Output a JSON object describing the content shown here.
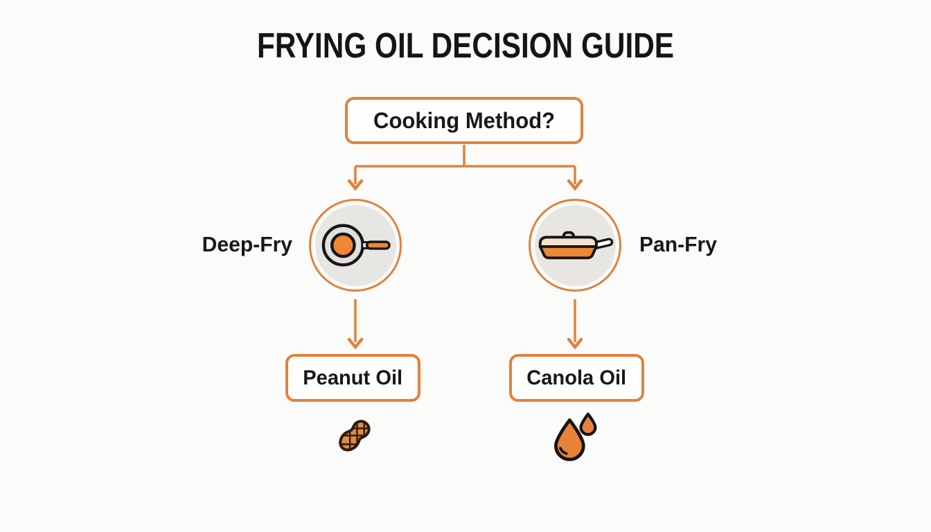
{
  "title": "FRYING OIL DECISION GUIDE",
  "colors": {
    "background": "#FBFBF9",
    "accent_orange": "#E0813E",
    "icon_orange": "#EE8634",
    "text_black": "#151515",
    "circle_fill": "#E8E6E3",
    "pan_rim_gray": "#E2E0DE",
    "lid_cream": "#F3E1CF",
    "peanut_fill": "#E18A44",
    "peanut_outline": "#2E1B0C",
    "drop_orange": "#E8823B"
  },
  "flowchart": {
    "root": {
      "label": "Cooking Method?"
    },
    "branches": [
      {
        "label": "Deep-Fry",
        "method_icon": "deep-fry-pan-top-view-icon",
        "result": "Peanut Oil",
        "result_icon": "peanut-icon"
      },
      {
        "label": "Pan-Fry",
        "method_icon": "pan-fry-skillet-side-view-icon",
        "result": "Canola Oil",
        "result_icon": "oil-drops-icon"
      }
    ]
  }
}
